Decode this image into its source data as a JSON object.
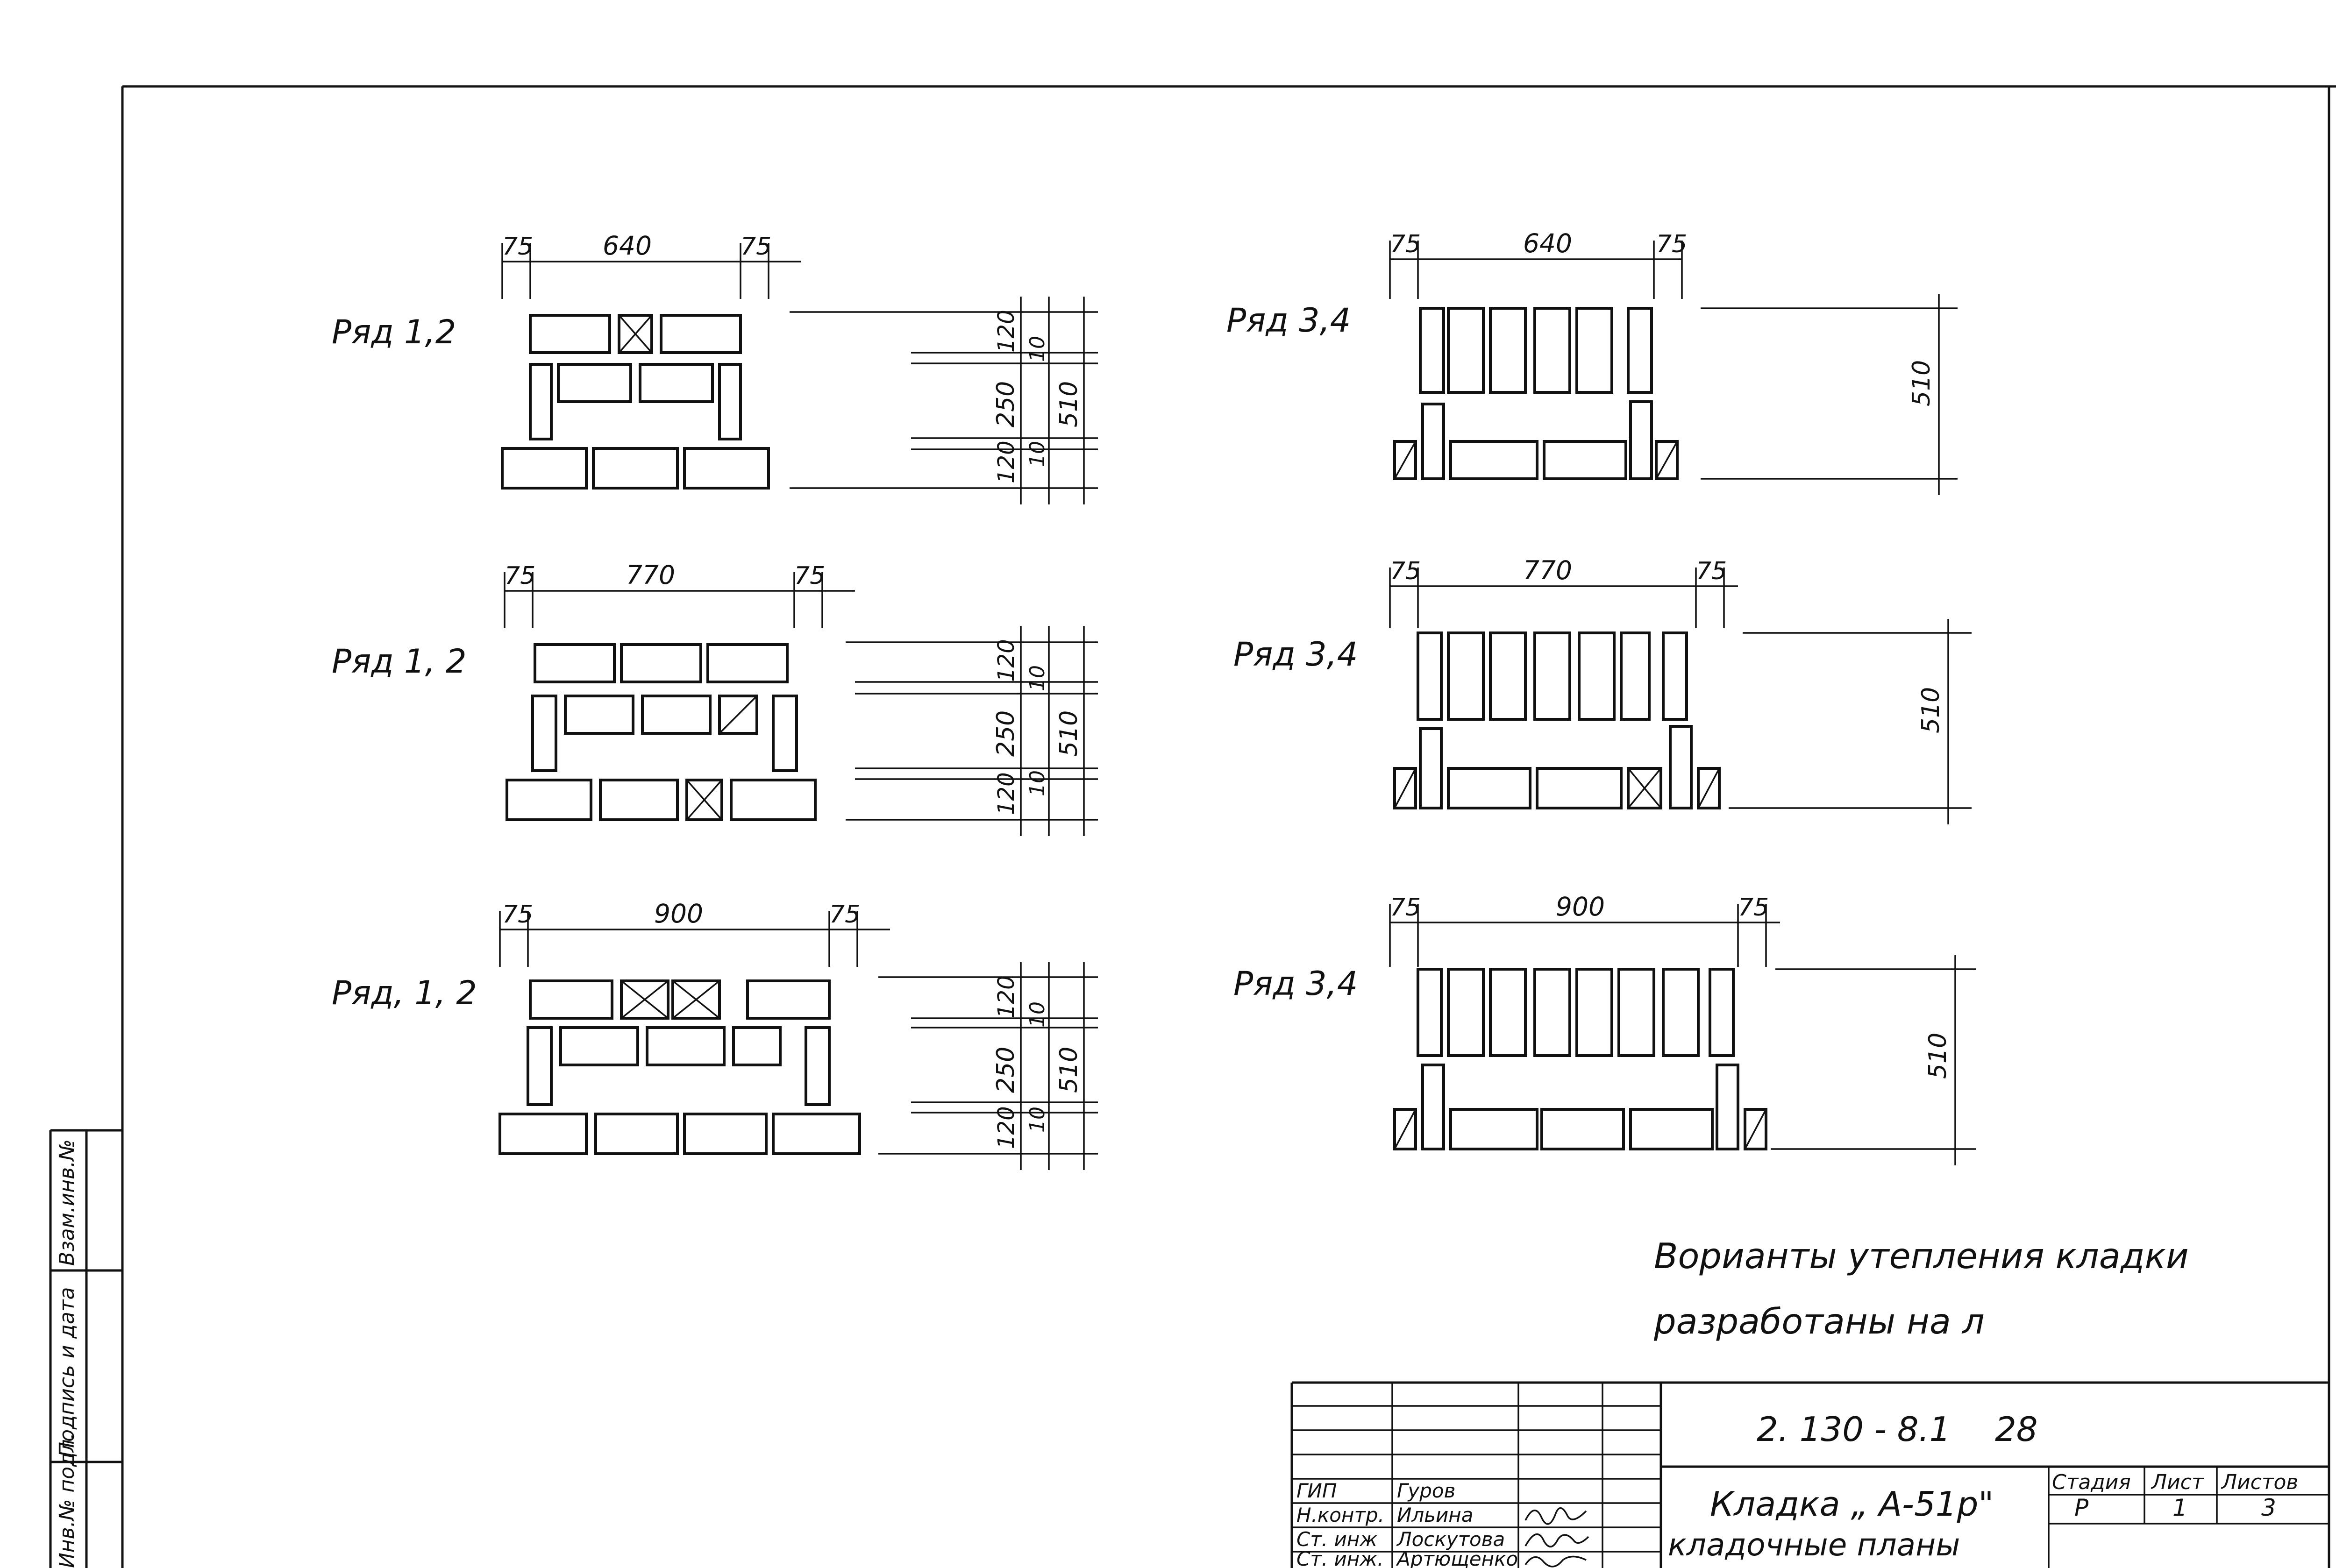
{
  "drawing": {
    "diagrams": [
      {
        "row_label": "Ряд 1,2",
        "dim_left": "75",
        "dim_mid": "640",
        "dim_right": "75",
        "v_top": "120",
        "v_mid": "250",
        "v_bot": "120",
        "v_gap_top": "10",
        "v_gap_bot": "10",
        "v_total": "510"
      },
      {
        "row_label": "Ряд 1, 2",
        "dim_left": "75",
        "dim_mid": "770",
        "dim_right": "75",
        "v_top": "120",
        "v_mid": "250",
        "v_bot": "120",
        "v_gap_top": "10",
        "v_gap_bot": "10",
        "v_total": "510"
      },
      {
        "row_label": "Ряд, 1, 2",
        "dim_left": "75",
        "dim_mid": "900",
        "dim_right": "75",
        "v_top": "120",
        "v_mid": "250",
        "v_bot": "120",
        "v_gap_top": "10",
        "v_gap_bot": "10",
        "v_total": "510"
      },
      {
        "row_label": "Ряд 3,4",
        "dim_left": "75",
        "dim_mid": "640",
        "dim_right": "75",
        "v_total": "510"
      },
      {
        "row_label": "Ряд 3,4",
        "dim_left": "75",
        "dim_mid": "770",
        "dim_right": "75",
        "v_total": "510"
      },
      {
        "row_label": "Ряд 3,4",
        "dim_left": "75",
        "dim_mid": "900",
        "dim_right": "75",
        "v_total": "510"
      }
    ],
    "note_line1": "Вoрианты утепления кладки",
    "note_line2": "разработаны на л"
  },
  "title_block": {
    "doc_code": "2. 130 - 8.1",
    "page_no": "28",
    "title_line1": "Кладка „ А-51р\"",
    "title_line2": "кладочные планы",
    "roles": [
      "ГИП",
      "Н.контр.",
      "Ст. инж",
      "Ст. инж."
    ],
    "names": [
      "Гуров",
      "Ильина",
      "Лоскутова",
      "Артющенко"
    ],
    "stage_header": "Стадия",
    "sheet_header": "Лист",
    "sheets_header": "Листов",
    "stage": "Р",
    "sheet": "1",
    "sheets": "3"
  },
  "side_stamp": {
    "cell1": "Взам.инв.№",
    "cell2": "Подпись и дата",
    "cell3": "Инв.№ подл."
  }
}
